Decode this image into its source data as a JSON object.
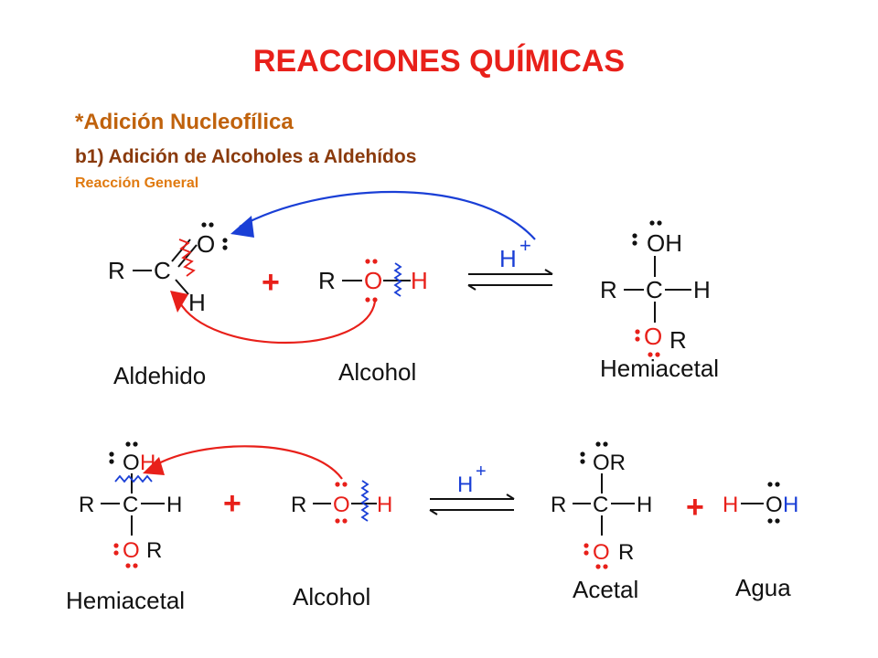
{
  "header": {
    "title": "REACCIONES QUÍMICAS",
    "section": "*Adición Nucleofílica",
    "subsection": "b1) Adición de Alcoholes a Aldehídos",
    "caption": "Reacción General"
  },
  "atoms": {
    "R": "R",
    "C": "C",
    "O": "O",
    "H": "H",
    "OH": "OH",
    "OR": "OR",
    "Hplus": "+"
  },
  "reaction1": {
    "reactant1_label": "Aldehido",
    "reactant2_label": "Alcohol",
    "product_label": "Hemiacetal",
    "plus": "+"
  },
  "reaction2": {
    "reactant1_label": "Hemiacetal",
    "reactant2_label": "Alcohol",
    "product1_label": "Acetal",
    "product2_label": "Agua",
    "plus": "+"
  },
  "colors": {
    "title": "#e8201a",
    "section": "#c0620c",
    "subsection": "#8a3a0c",
    "caption": "#e07a10",
    "heteroatom": "#e8201a",
    "catalyst": "#1a3fd6",
    "bond": "#111111"
  }
}
